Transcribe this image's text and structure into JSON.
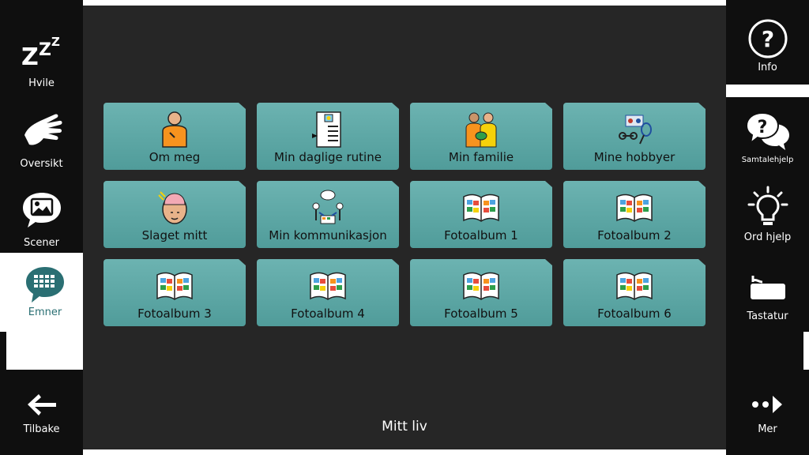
{
  "left_sidebar": {
    "items": [
      {
        "label": "Hvile",
        "icon": "sleep-zzz-icon"
      },
      {
        "label": "Oversikt",
        "icon": "hand-icon"
      },
      {
        "label": "Scener",
        "icon": "picture-bubble-icon"
      },
      {
        "label": "Emner",
        "icon": "keyboard-bubble-icon",
        "active": true
      }
    ],
    "back": {
      "label": "Tilbake",
      "icon": "arrow-left-icon"
    }
  },
  "right_sidebar": {
    "items": [
      {
        "label": "Info",
        "icon": "question-circle-icon"
      },
      {
        "label": "Samtalehjelp",
        "icon": "question-bubbles-icon"
      },
      {
        "label": "Ord hjelp",
        "icon": "lightbulb-icon"
      },
      {
        "label": "Tastatur",
        "icon": "keyboard-icon"
      }
    ],
    "more": {
      "label": "Mer",
      "icon": "dots-arrow-icon"
    }
  },
  "grid": {
    "tiles": [
      {
        "label": "Om meg"
      },
      {
        "label": "Min daglige rutine"
      },
      {
        "label": "Min familie"
      },
      {
        "label": "Mine hobbyer"
      },
      {
        "label": "Slaget mitt"
      },
      {
        "label": "Min kommunikasjon"
      },
      {
        "label": "Fotoalbum 1"
      },
      {
        "label": "Fotoalbum 2"
      },
      {
        "label": "Fotoalbum 3"
      },
      {
        "label": "Fotoalbum 4"
      },
      {
        "label": "Fotoalbum 5"
      },
      {
        "label": "Fotoalbum 6"
      }
    ]
  },
  "page": {
    "title": "Mitt liv"
  },
  "colors": {
    "tile": "#5ba6a4",
    "panel": "#262626",
    "sidebar": "#0f0f0f",
    "accent": "#2a6f73"
  }
}
